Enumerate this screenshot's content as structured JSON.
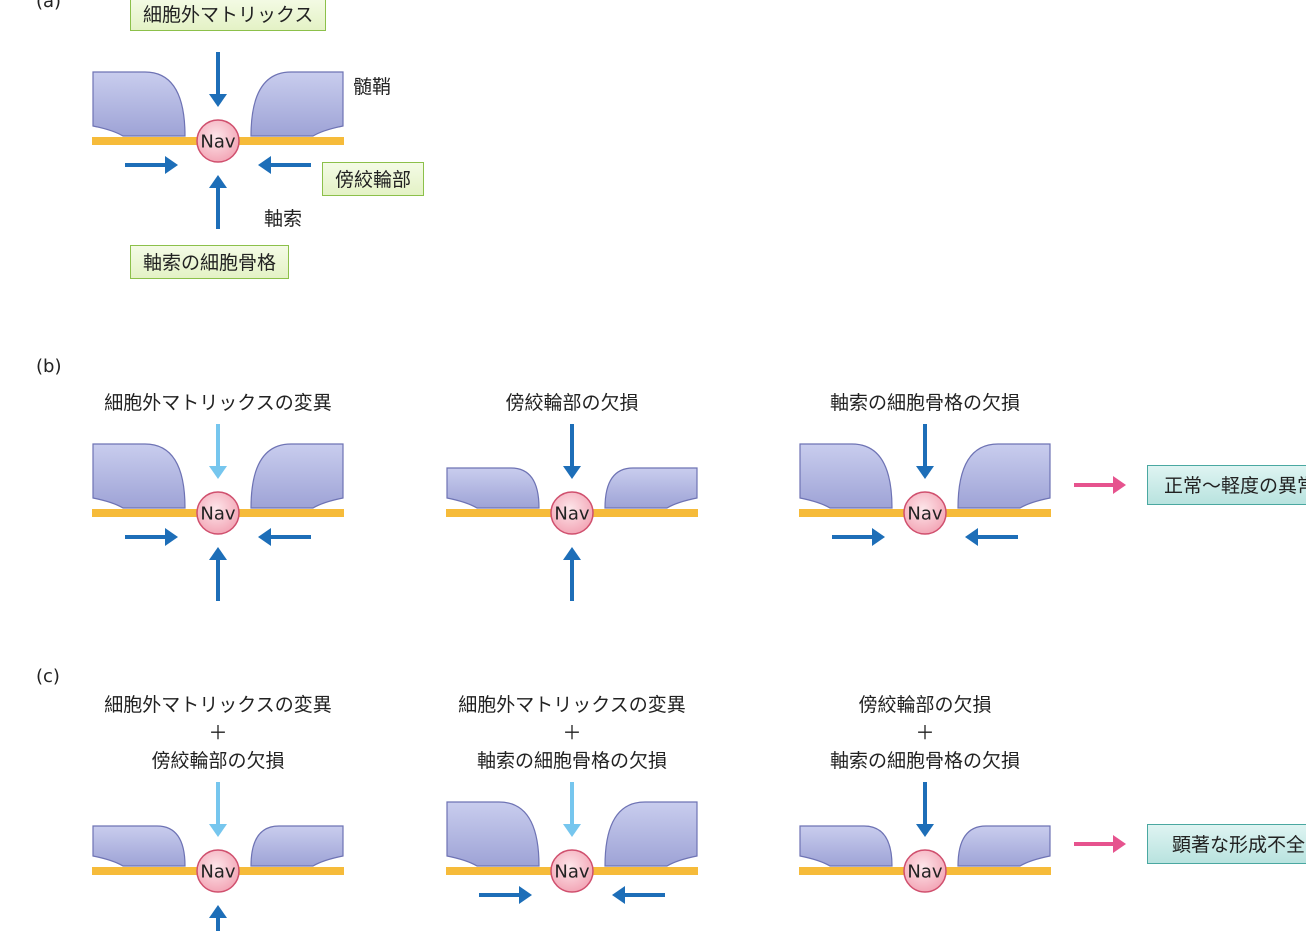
{
  "colors": {
    "axon": "#f6bb3a",
    "myelin_fill": "#aeb3dc",
    "myelin_stroke": "#6e73b4",
    "nav_fill": "#f6b8c4",
    "nav_stroke": "#d0506e",
    "arrow_strong": "#1d6eb8",
    "arrow_weak": "#76c6ee",
    "result_arrow": "#e6538e",
    "green_box_border": "#8cc04a",
    "teal_box_border": "#4aa8a1"
  },
  "nav_label": "Nav",
  "panel_a": {
    "letter": "(a)",
    "ecm_box": "細胞外マトリックス",
    "myelin_label": "髄鞘",
    "paranode_box": "傍絞輪部",
    "axon_label": "軸索",
    "cytoskeleton_box": "軸索の細胞骨格"
  },
  "panel_b": {
    "letter": "(b)",
    "cases": [
      {
        "label": "細胞外マトリックスの変異",
        "myelin": "wide",
        "top_arrow": "weak",
        "side_arrows": true,
        "bottom_arrow": true
      },
      {
        "label": "傍絞輪部の欠損",
        "myelin": "narrow",
        "top_arrow": "strong",
        "side_arrows": false,
        "bottom_arrow": true
      },
      {
        "label": "軸索の細胞骨格の欠損",
        "myelin": "wide",
        "top_arrow": "strong",
        "side_arrows": true,
        "bottom_arrow": false
      }
    ],
    "result": "正常〜軽度の異常"
  },
  "panel_c": {
    "letter": "(c)",
    "cases": [
      {
        "line1": "細胞外マトリックスの変異",
        "plus": "＋",
        "line2": "傍絞輪部の欠損",
        "myelin": "narrow",
        "top_arrow": "weak",
        "side_arrows": false,
        "bottom_arrow": true
      },
      {
        "line1": "細胞外マトリックスの変異",
        "plus": "＋",
        "line2": "軸索の細胞骨格の欠損",
        "myelin": "wide",
        "top_arrow": "weak",
        "side_arrows": true,
        "bottom_arrow": false
      },
      {
        "line1": "傍絞輪部の欠損",
        "plus": "＋",
        "line2": "軸索の細胞骨格の欠損",
        "myelin": "narrow",
        "top_arrow": "strong",
        "side_arrows": false,
        "bottom_arrow": false
      }
    ],
    "result": "顕著な形成不全"
  }
}
